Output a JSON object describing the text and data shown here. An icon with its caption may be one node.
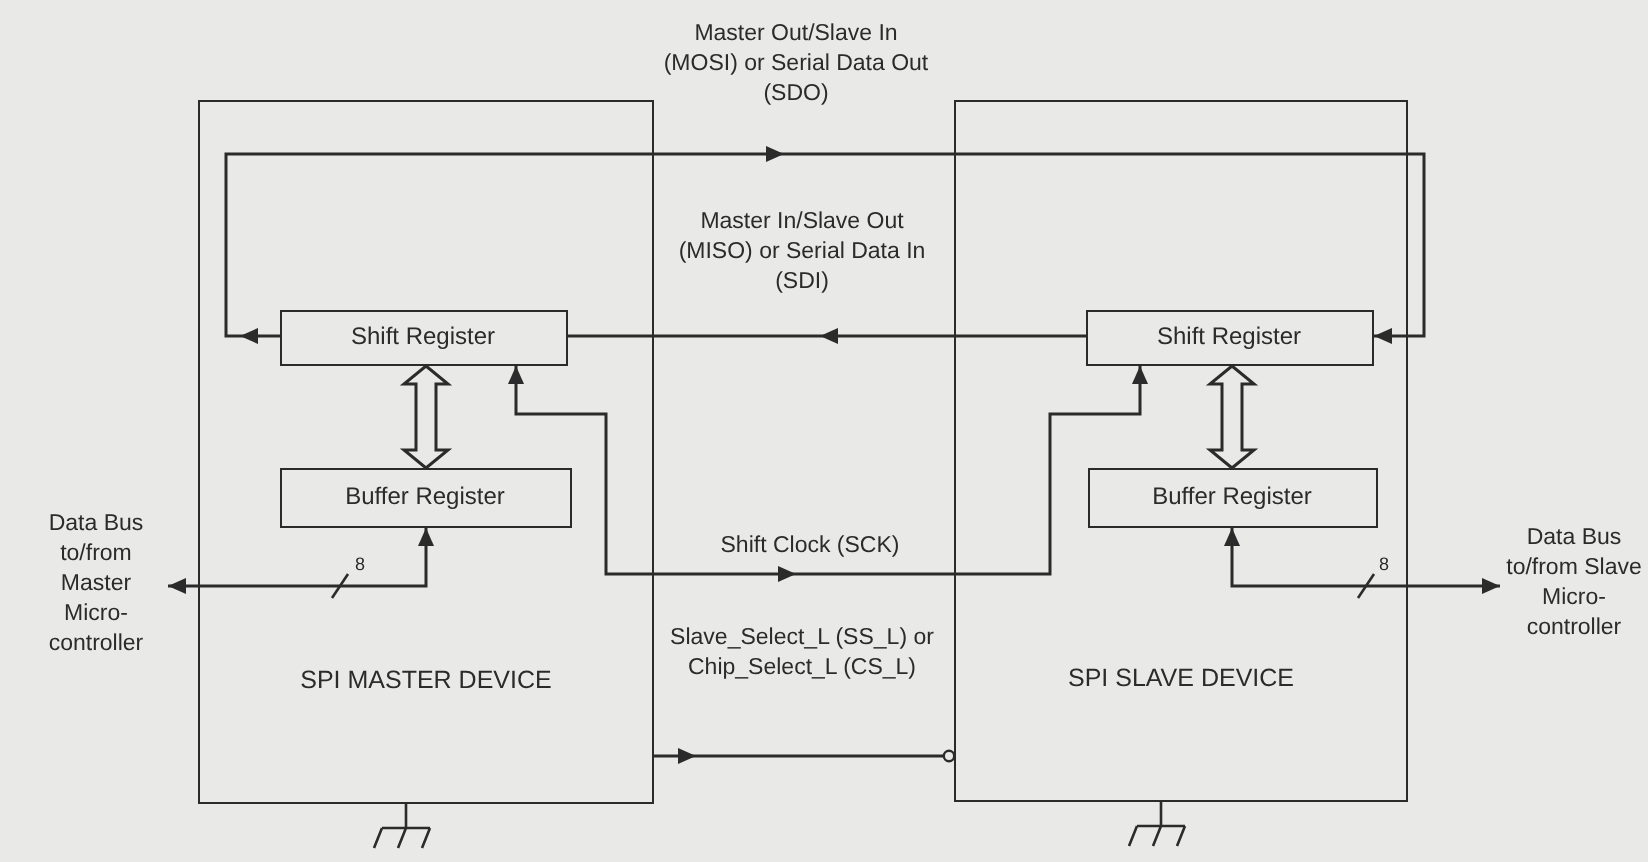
{
  "diagram": {
    "nodes": [
      {
        "text": [
          "SPI MASTER DEVICE"
        ]
      },
      {
        "text": [
          "Shift Register"
        ],
        "in": 0
      },
      {
        "text": [
          "Buffer Register"
        ],
        "in": 0
      },
      {
        "text": [
          "SPI SLAVE DEVICE"
        ]
      },
      {
        "text": [
          "Shift Register"
        ],
        "in": 3
      },
      {
        "text": [
          "Buffer Register"
        ],
        "in": 3
      },
      {
        "text": [
          "Data Bus to/from Master Micro-controller"
        ]
      },
      {
        "text": [
          "Data Bus to/from Slave Micro-controller"
        ]
      }
    ],
    "edges": [
      {
        "from": 1,
        "to": 4,
        "arrow": "to",
        "label": "Master Out/Slave In (MOSI) or Serial Data Out (SDO)"
      },
      {
        "from": 4,
        "to": 1,
        "arrow": "to",
        "label": "Master In/Slave Out (MISO) or Serial Data In (SDI)"
      },
      {
        "from": 1,
        "to": 4,
        "arrow": "both",
        "label": "Shift Clock (SCK)"
      },
      {
        "from": 0,
        "to": 3,
        "arrow": "to",
        "label": "Slave_Select_L (SS_L) or Chip_Select_L (CS_L)"
      },
      {
        "from": 2,
        "to": 6,
        "arrow": "both",
        "label": "8"
      },
      {
        "from": 5,
        "to": 7,
        "arrow": "both",
        "label": "8"
      },
      {
        "from": 1,
        "to": 2,
        "arrow": "both",
        "style": "thick"
      },
      {
        "from": 4,
        "to": 5,
        "arrow": "both",
        "style": "thick"
      }
    ]
  }
}
